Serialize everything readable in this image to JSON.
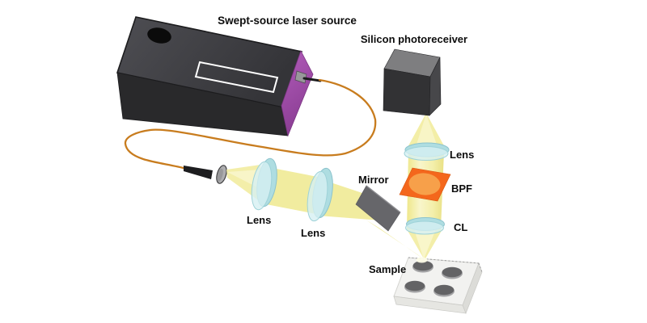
{
  "figure": {
    "type": "optical-setup-diagram",
    "labels": {
      "laser_source": "Swept-source laser source",
      "photoreceiver": "Silicon photoreceiver",
      "receiver_lens": "Lens",
      "bpf": "BPF",
      "cl": "CL",
      "mirror": "Mirror",
      "lens_1": "Lens",
      "lens_2": "Lens",
      "sample": "Sample"
    },
    "colors": {
      "beam": "#f2eda2",
      "beam_core": "#f8f5ca",
      "fiber": "#c87c1e",
      "laser_box_body": "#3a3a3d",
      "laser_box_side": "#9d4fa5",
      "lens_fill": "#cfeef0",
      "lens_rim": "#8cc3cd",
      "bpf_fill": "#f4671c",
      "bpf_spot": "#f7a04a",
      "mirror_fill": "#69696b",
      "photoreceiver_front": "#323234",
      "sample_top": "#f2f2f0",
      "sample_hole": "#636365",
      "background": "#ffffff"
    }
  }
}
